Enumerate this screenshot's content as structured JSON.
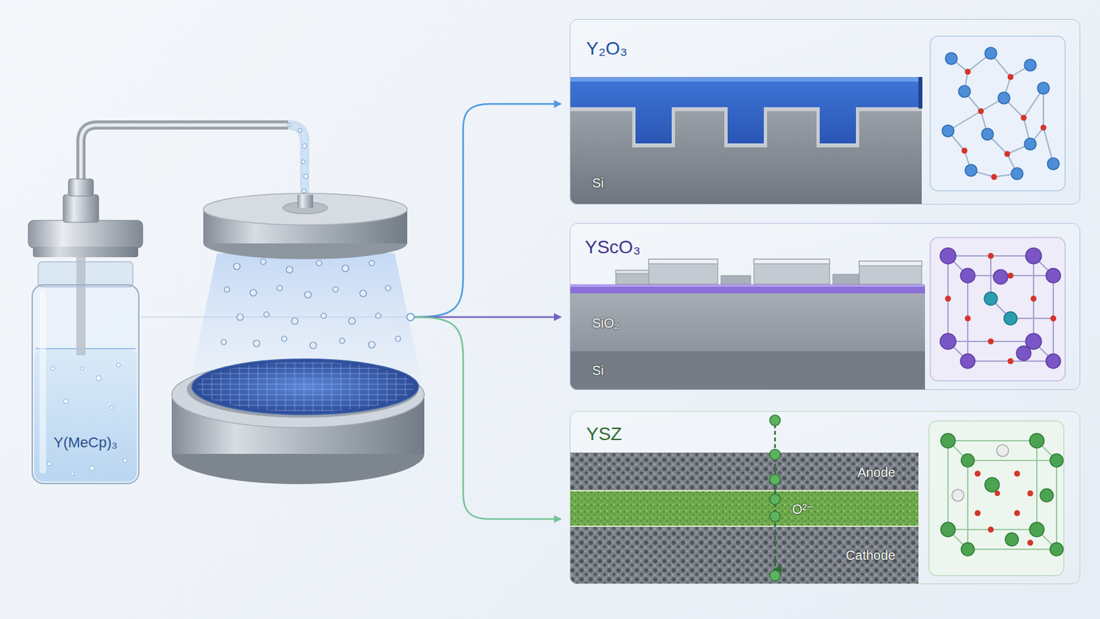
{
  "diagram": {
    "nodes": [
      {
        "text": [
          "Y(MeCp)₃"
        ]
      },
      {
        "text": [
          "Y₂O₃"
        ]
      },
      {
        "text": [
          "Si"
        ],
        "in": 1
      },
      {
        "text": [
          "YScO₃"
        ]
      },
      {
        "text": [
          "SiO₂"
        ],
        "in": 3
      },
      {
        "text": [
          "Si"
        ],
        "in": 3
      },
      {
        "text": [
          "YSZ"
        ]
      },
      {
        "text": [
          "Anode"
        ],
        "in": 6
      },
      {
        "text": [
          "O²⁻"
        ],
        "in": 6
      },
      {
        "text": [
          "Cathode"
        ],
        "in": 6
      }
    ]
  }
}
